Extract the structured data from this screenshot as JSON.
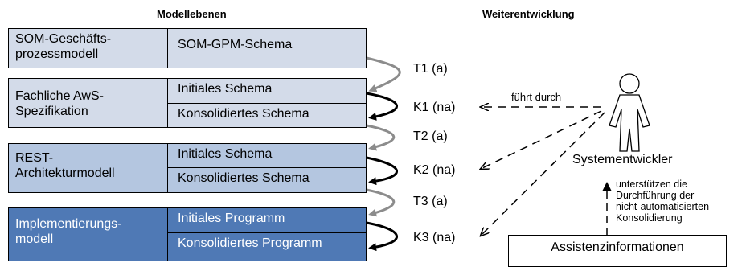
{
  "headers": {
    "left": "Modellebenen",
    "right": "Weiterentwicklung"
  },
  "levels": [
    {
      "name": "SOM-Geschäfts-\nprozessmodell",
      "schemas": [
        "SOM-GPM-Schema"
      ]
    },
    {
      "name": "Fachliche AwS-\nSpezifikation",
      "schemas": [
        "Initiales Schema",
        "Konsolidiertes Schema"
      ]
    },
    {
      "name": "REST-\nArchitekturmodell",
      "schemas": [
        "Initiales Schema",
        "Konsolidiertes Schema"
      ]
    },
    {
      "name": "Implementierungs-\nmodell",
      "schemas": [
        "Initiales Programm",
        "Konsolidiertes Programm"
      ]
    }
  ],
  "transitions": [
    "T1 (a)",
    "K1 (na)",
    "T2 (a)",
    "K2 (na)",
    "T3 (a)",
    "K3 (na)"
  ],
  "actor": {
    "label": "Systementwickler",
    "action": "führt durch"
  },
  "assist": {
    "box": "Assistenzinformationen",
    "note": "unterstützen die\nDurchführung der\nnicht-automatisierten\nKonsolidierung"
  },
  "colors": {
    "level_light": "#d3dbe9",
    "level_mid": "#b4c6e0",
    "level_dark": "#4f79b5",
    "gray_arrow": "#8c8c8c"
  }
}
